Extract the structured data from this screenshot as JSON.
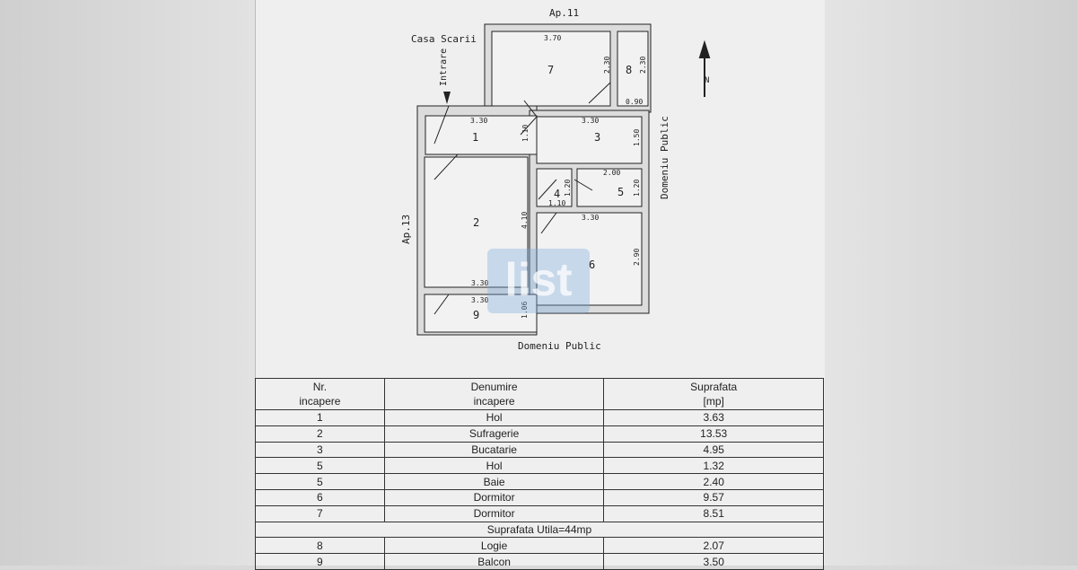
{
  "plan": {
    "labels": {
      "top": "Ap.11",
      "stair": "Casa Scarii",
      "entry": "Intrare",
      "left": "Ap.13",
      "right": "Domeniu Public",
      "bottom": "Domeniu Public",
      "north": "N"
    },
    "rooms": {
      "r1": "1",
      "r2": "2",
      "r3": "3",
      "r4": "4",
      "r5": "5",
      "r6": "6",
      "r7": "7",
      "r8": "8",
      "r9": "9"
    },
    "dims": {
      "d7w": "3.70",
      "d7h": "2.30",
      "d8h": "2.30",
      "d8w": "0.90",
      "d1w": "3.30",
      "d1h": "1.10",
      "d3w": "3.30",
      "d3h": "1.50",
      "d5w": "2.00",
      "d5h": "1.20",
      "d4h": "1.20",
      "d4w": "1.10",
      "d6w": "3.30",
      "d6h": "2.90",
      "d2h": "4.10",
      "d2w": "3.30",
      "d9w": "3.30",
      "d9h": "1.06"
    }
  },
  "watermark": "list",
  "table": {
    "headers": [
      [
        "Nr.",
        "incapere"
      ],
      [
        "Denumire",
        "incapere"
      ],
      [
        "Suprafata",
        "[mp]"
      ]
    ],
    "rows": [
      [
        "1",
        "Hol",
        "3.63"
      ],
      [
        "2",
        "Sufragerie",
        "13.53"
      ],
      [
        "3",
        "Bucatarie",
        "4.95"
      ],
      [
        "5",
        "Hol",
        "1.32"
      ],
      [
        "5",
        "Baie",
        "2.40"
      ],
      [
        "6",
        "Dormitor",
        "9.57"
      ],
      [
        "7",
        "Dormitor",
        "8.51"
      ]
    ],
    "summary": "Suprafata Utila=44mp",
    "extra_rows": [
      [
        "8",
        "Logie",
        "2.07"
      ],
      [
        "9",
        "Balcon",
        "3.50"
      ]
    ]
  }
}
